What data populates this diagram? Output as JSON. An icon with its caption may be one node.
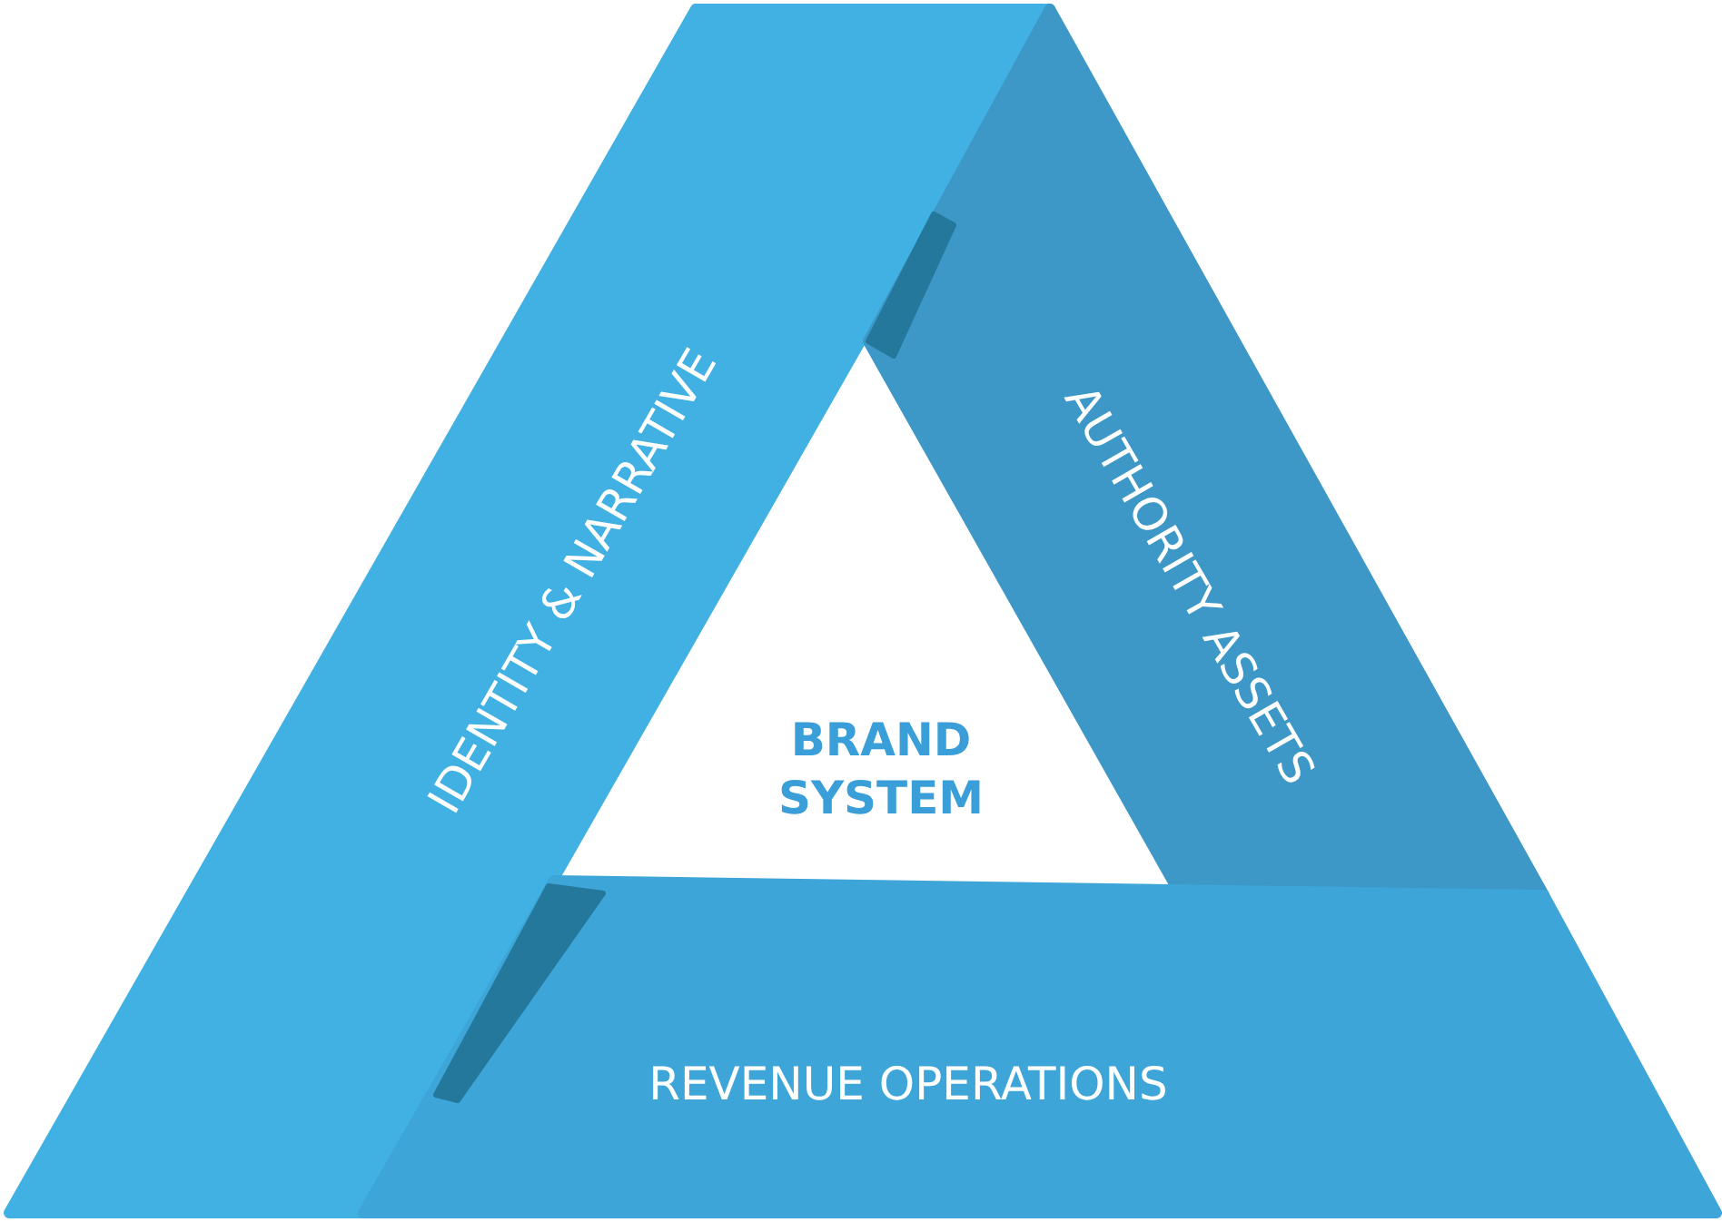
{
  "diagram": {
    "nodes": [
      {
        "text": [
          "IDENTITY & NARRATIVE"
        ]
      },
      {
        "text": [
          "AUTHORITY ASSETS"
        ]
      },
      {
        "text": [
          "REVENUE OPERATIONS"
        ]
      }
    ],
    "labels": [
      "BRAND SYSTEM"
    ]
  }
}
